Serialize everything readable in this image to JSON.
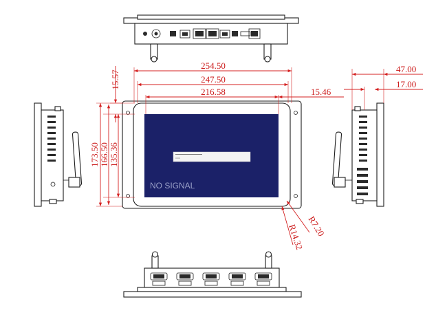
{
  "dimensions": {
    "width_outer": "254.50",
    "width_bezel": "247.50",
    "width_active": "216.58",
    "top_margin": "15.57",
    "side_margin": "15.46",
    "height_outer": "173.50",
    "height_bezel": "166.50",
    "height_active": "135.36",
    "radius_corner": "R7.20",
    "radius_bezel": "R14.32",
    "depth_total": "47.00",
    "depth_body": "17.00"
  },
  "screen": {
    "status_text": "NO SIGNAL",
    "background_color": "#1b2168",
    "text_color": "#9aa0c8"
  },
  "colors": {
    "dimension": "#d42020",
    "outline": "#1c1c1c"
  }
}
